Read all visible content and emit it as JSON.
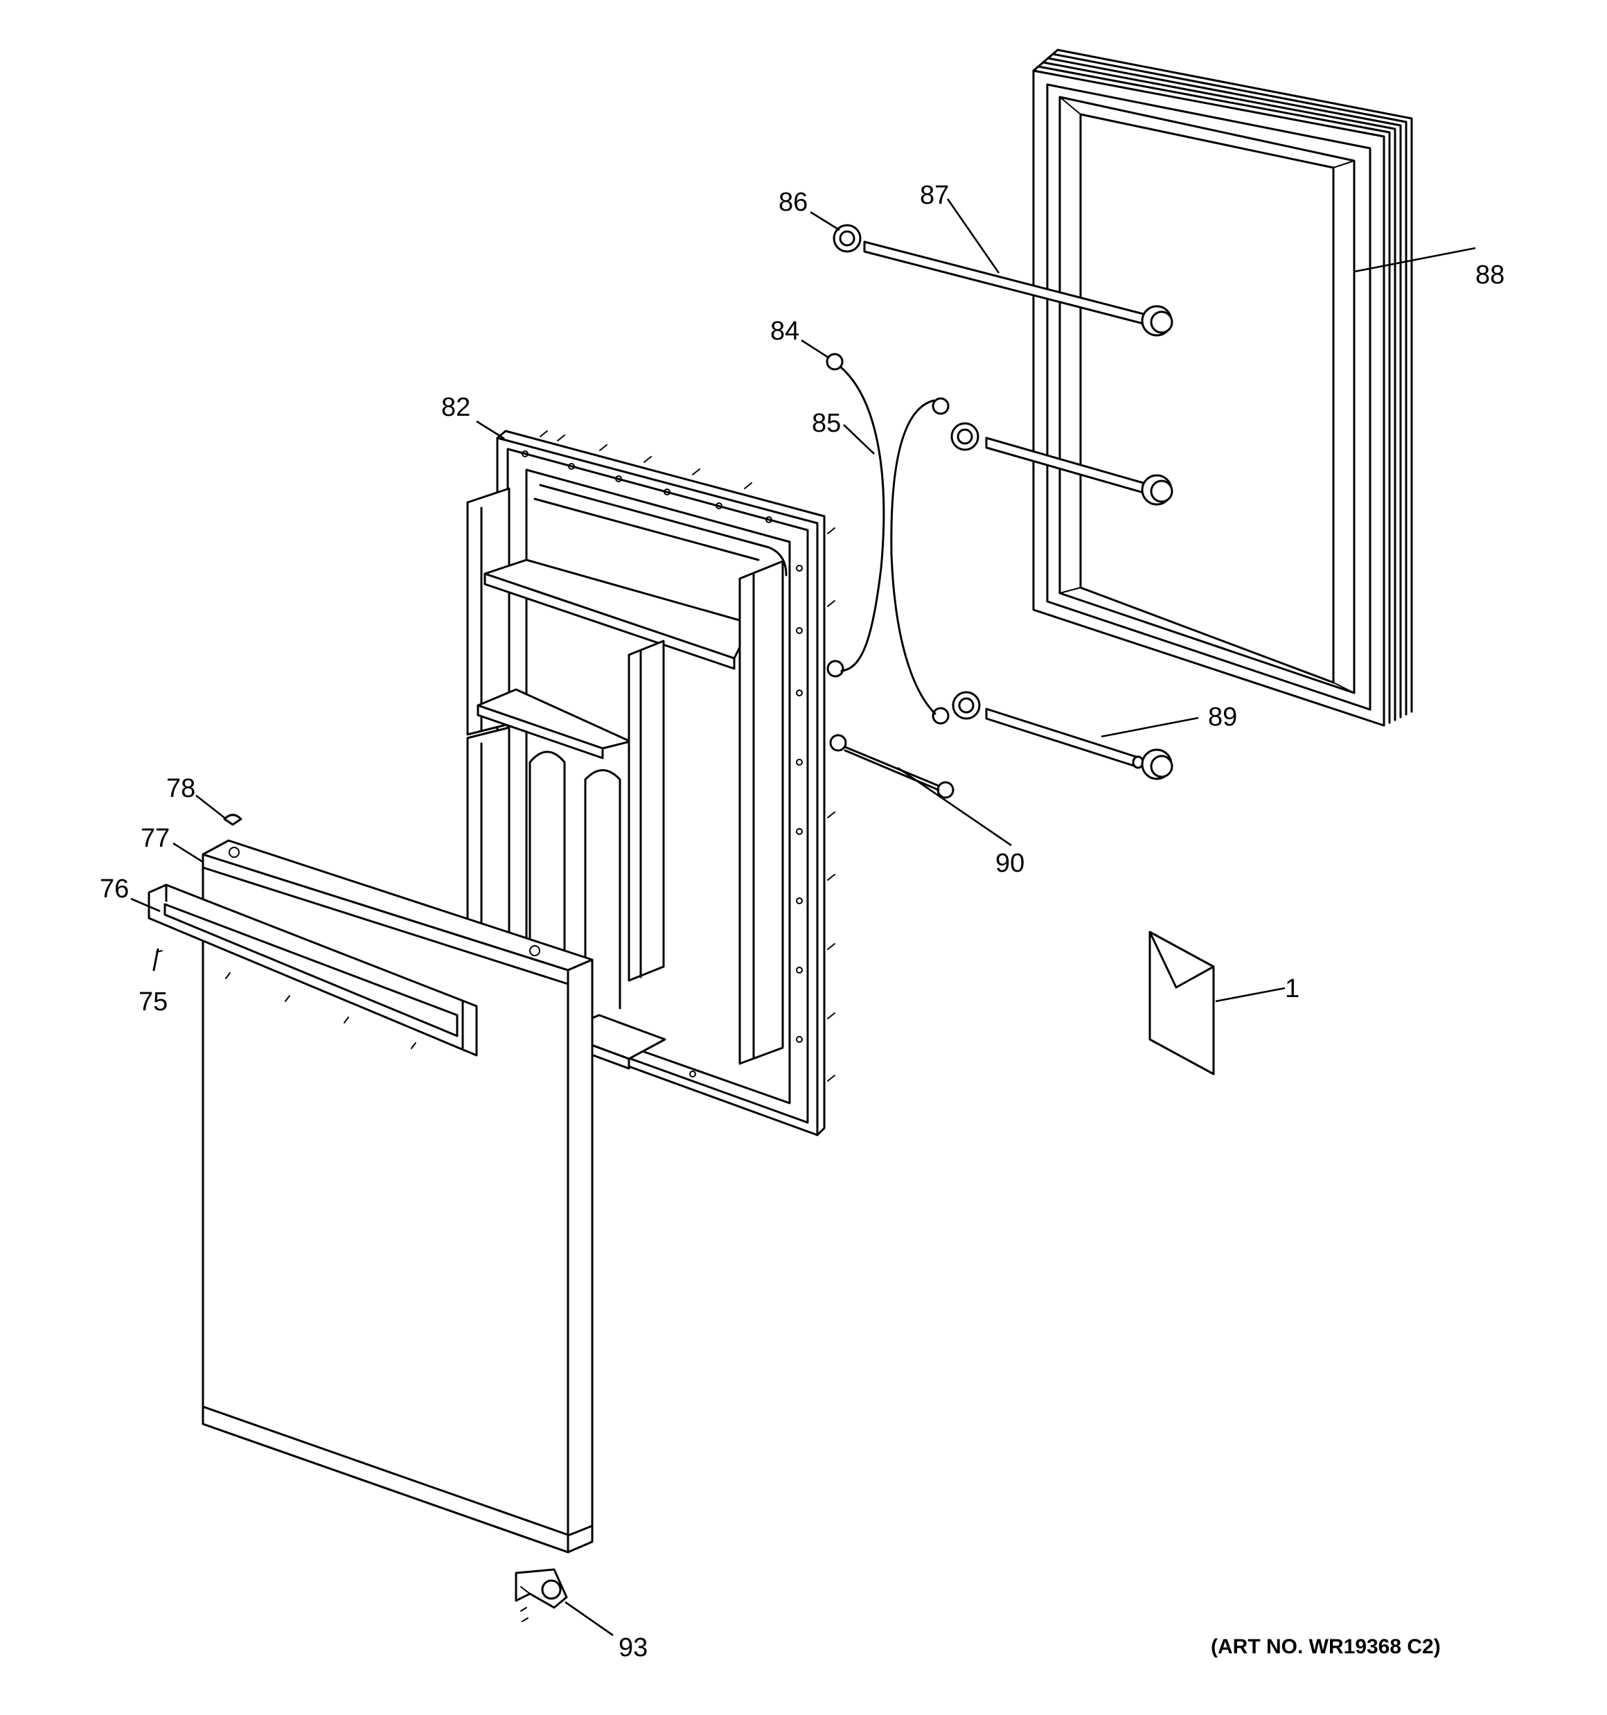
{
  "callouts": {
    "c1": "1",
    "c75": "75",
    "c76": "76",
    "c77": "77",
    "c78": "78",
    "c82": "82",
    "c84": "84",
    "c85": "85",
    "c86": "86",
    "c87": "87",
    "c88": "88",
    "c89": "89",
    "c90": "90",
    "c93": "93"
  },
  "art_number": "(ART NO. WR19368 C2)"
}
